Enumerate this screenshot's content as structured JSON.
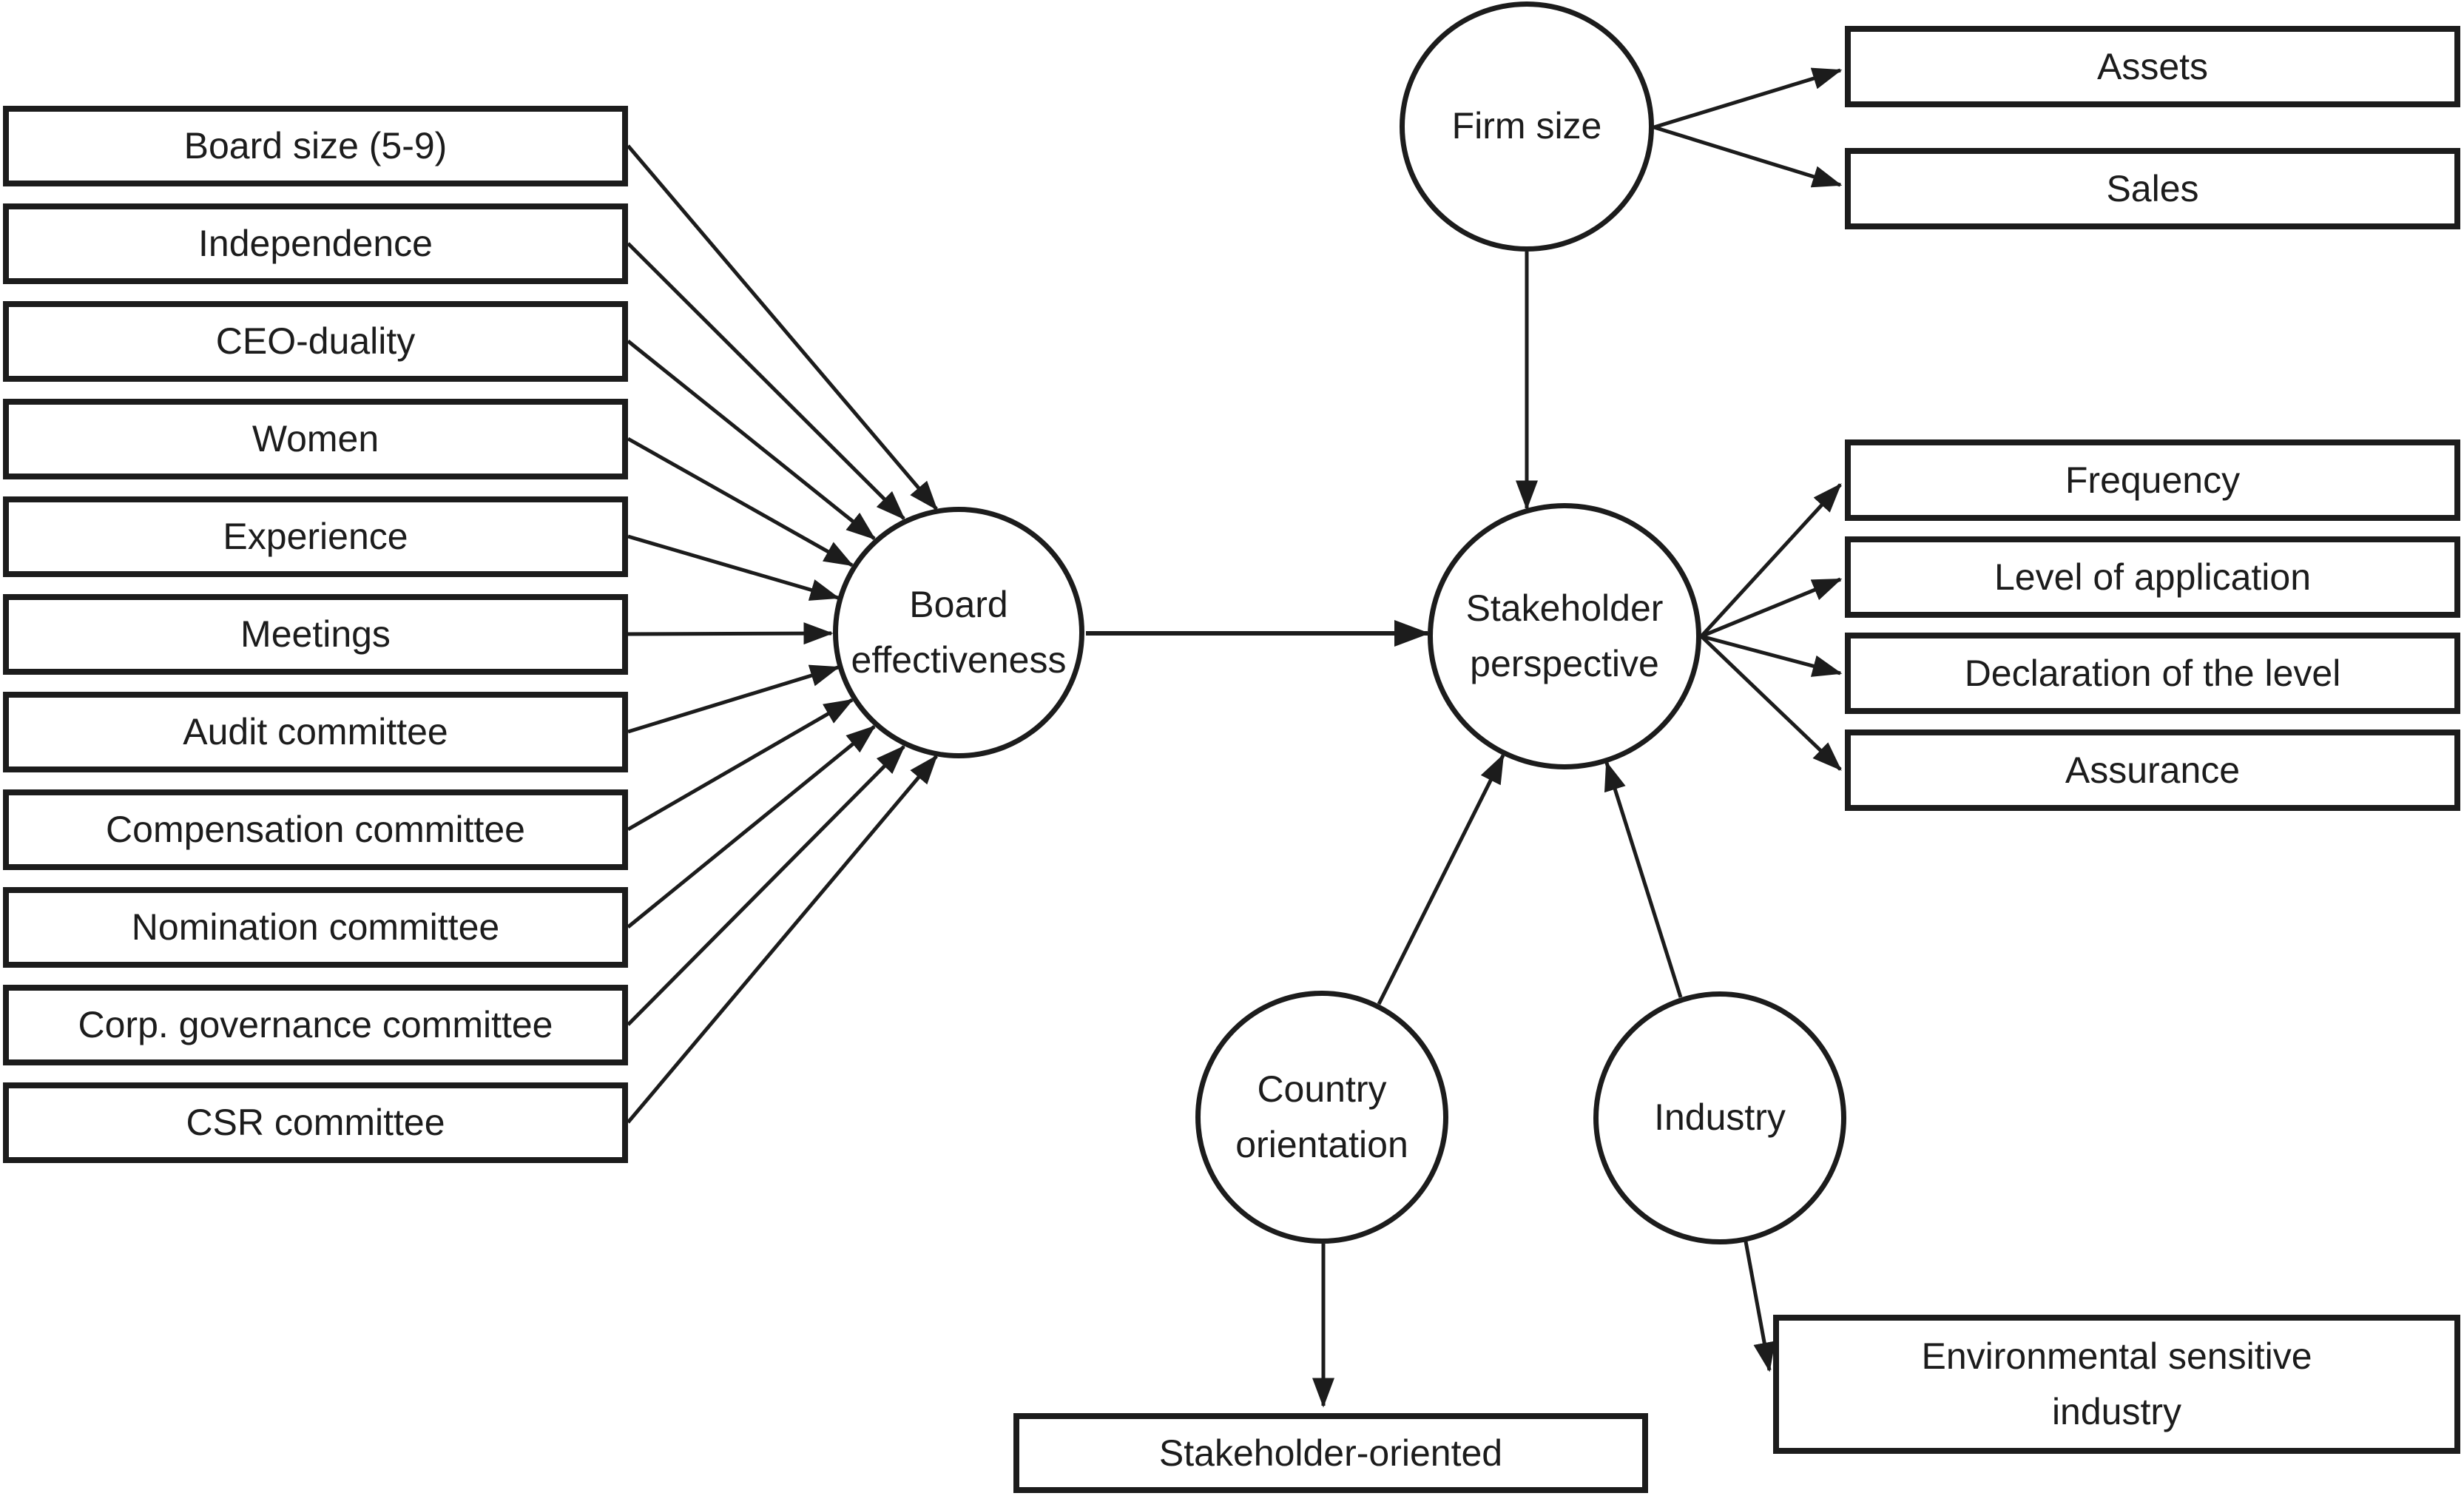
{
  "diagram": {
    "background_color": "#ffffff",
    "line_color": "#1c1c1c",
    "left_indicators": [
      {
        "label": "Board size (5-9)"
      },
      {
        "label": "Independence"
      },
      {
        "label": "CEO-duality"
      },
      {
        "label": "Women"
      },
      {
        "label": "Experience"
      },
      {
        "label": "Meetings"
      },
      {
        "label": "Audit committee"
      },
      {
        "label": "Compensation committee"
      },
      {
        "label": "Nomination committee"
      },
      {
        "label": "Corp. governance committee"
      },
      {
        "label": "CSR committee"
      }
    ],
    "latents": {
      "board_effectiveness": {
        "line1": "Board",
        "line2": "effectiveness"
      },
      "stakeholder_perspective": {
        "line1": "Stakeholder",
        "line2": "perspective"
      },
      "firm_size": {
        "label": "Firm size"
      },
      "country_orientation": {
        "line1": "Country",
        "line2": "orientation"
      },
      "industry": {
        "label": "Industry"
      }
    },
    "firm_size_indicators": [
      {
        "label": "Assets"
      },
      {
        "label": "Sales"
      }
    ],
    "stakeholder_indicators": [
      {
        "label": "Frequency"
      },
      {
        "label": "Level of application"
      },
      {
        "label": "Declaration of the level"
      },
      {
        "label": "Assurance"
      }
    ],
    "bottom": {
      "stakeholder_oriented_label": "Stakeholder-oriented",
      "environmental_line1": "Environmental sensitive",
      "environmental_line2": "industry"
    }
  }
}
